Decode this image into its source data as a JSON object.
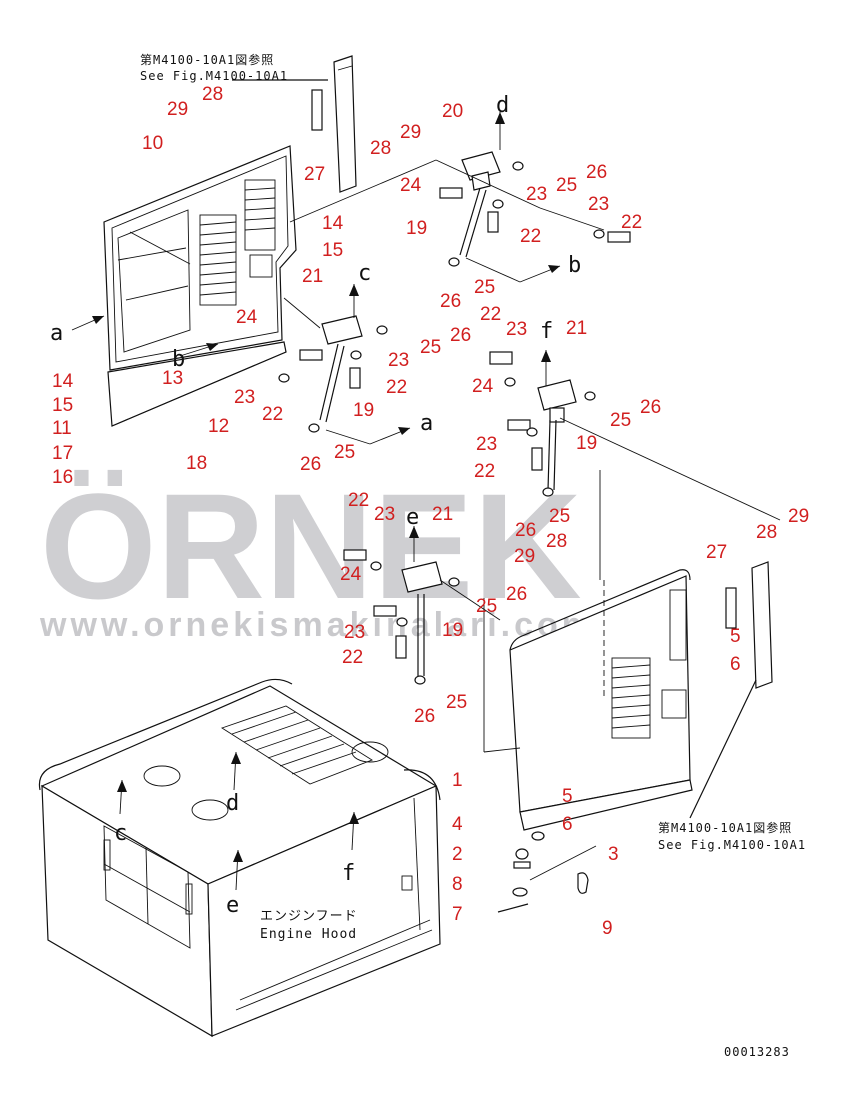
{
  "diagram": {
    "ref_top": {
      "line1": "第M4100-10A1図参照",
      "line2": "See Fig.M4100-10A1"
    },
    "ref_bottom": {
      "line1": "第M4100-10A1図参照",
      "line2": "See Fig.M4100-10A1"
    },
    "hood_label": {
      "line1": "エンジンフード",
      "line2": "Engine Hood"
    },
    "drawing_number": "00013283",
    "watermark": {
      "brand": "ÖRNEK",
      "url": "www.ornekismakinalari.com.tr"
    },
    "callouts": [
      {
        "id": "c29a",
        "text": "29"
      },
      {
        "id": "c28a",
        "text": "28"
      },
      {
        "id": "c10",
        "text": "10"
      },
      {
        "id": "c27a",
        "text": "27"
      },
      {
        "id": "c29b",
        "text": "29"
      },
      {
        "id": "c28b",
        "text": "28"
      },
      {
        "id": "c20",
        "text": "20"
      },
      {
        "id": "c24a",
        "text": "24"
      },
      {
        "id": "c23a",
        "text": "23"
      },
      {
        "id": "c25a",
        "text": "25"
      },
      {
        "id": "c26a",
        "text": "26"
      },
      {
        "id": "c14a",
        "text": "14"
      },
      {
        "id": "c15a",
        "text": "15"
      },
      {
        "id": "c19a",
        "text": "19"
      },
      {
        "id": "c22a",
        "text": "22"
      },
      {
        "id": "c23b",
        "text": "23"
      },
      {
        "id": "c22b",
        "text": "22"
      },
      {
        "id": "c26b",
        "text": "26"
      },
      {
        "id": "c25b",
        "text": "25"
      },
      {
        "id": "c21a",
        "text": "21"
      },
      {
        "id": "c24b",
        "text": "24"
      },
      {
        "id": "c26c",
        "text": "26"
      },
      {
        "id": "c25c",
        "text": "25"
      },
      {
        "id": "c23c",
        "text": "23"
      },
      {
        "id": "c22c",
        "text": "22"
      },
      {
        "id": "c13",
        "text": "13"
      },
      {
        "id": "c14b",
        "text": "14"
      },
      {
        "id": "c15b",
        "text": "15"
      },
      {
        "id": "c11",
        "text": "11"
      },
      {
        "id": "c17",
        "text": "17"
      },
      {
        "id": "c16",
        "text": "16"
      },
      {
        "id": "c12",
        "text": "12"
      },
      {
        "id": "c18",
        "text": "18"
      },
      {
        "id": "c23d",
        "text": "23"
      },
      {
        "id": "c22d",
        "text": "22"
      },
      {
        "id": "c19b",
        "text": "19"
      },
      {
        "id": "c26d",
        "text": "26"
      },
      {
        "id": "c25d",
        "text": "25"
      },
      {
        "id": "c22e",
        "text": "22"
      },
      {
        "id": "c23e",
        "text": "23"
      },
      {
        "id": "c21b",
        "text": "21"
      },
      {
        "id": "c24c",
        "text": "24"
      },
      {
        "id": "c26e",
        "text": "26"
      },
      {
        "id": "c25e",
        "text": "25"
      },
      {
        "id": "c23f",
        "text": "23"
      },
      {
        "id": "c22f",
        "text": "22"
      },
      {
        "id": "c19c",
        "text": "19"
      },
      {
        "id": "c26f",
        "text": "26"
      },
      {
        "id": "c25f",
        "text": "25"
      },
      {
        "id": "c22g",
        "text": "22"
      },
      {
        "id": "c23g",
        "text": "23"
      },
      {
        "id": "c21c",
        "text": "21"
      },
      {
        "id": "c24d",
        "text": "24"
      },
      {
        "id": "c25g",
        "text": "25"
      },
      {
        "id": "c26g",
        "text": "26"
      },
      {
        "id": "c23h",
        "text": "23"
      },
      {
        "id": "c19d",
        "text": "19"
      },
      {
        "id": "c22h",
        "text": "22"
      },
      {
        "id": "c25h",
        "text": "25"
      },
      {
        "id": "c26h",
        "text": "26"
      },
      {
        "id": "c28c",
        "text": "28"
      },
      {
        "id": "c29c",
        "text": "29"
      },
      {
        "id": "c29d",
        "text": "29"
      },
      {
        "id": "c28d",
        "text": "28"
      },
      {
        "id": "c27b",
        "text": "27"
      },
      {
        "id": "c5a",
        "text": "5"
      },
      {
        "id": "c6a",
        "text": "6"
      },
      {
        "id": "c1",
        "text": "1"
      },
      {
        "id": "c5b",
        "text": "5"
      },
      {
        "id": "c6b",
        "text": "6"
      },
      {
        "id": "c4",
        "text": "4"
      },
      {
        "id": "c2",
        "text": "2"
      },
      {
        "id": "c3",
        "text": "3"
      },
      {
        "id": "c8",
        "text": "8"
      },
      {
        "id": "c7",
        "text": "7"
      },
      {
        "id": "c9",
        "text": "9"
      }
    ],
    "direction_arrows": [
      {
        "id": "a1",
        "text": "a"
      },
      {
        "id": "a2",
        "text": "a"
      },
      {
        "id": "b1",
        "text": "b"
      },
      {
        "id": "b2",
        "text": "b"
      },
      {
        "id": "cc1",
        "text": "c"
      },
      {
        "id": "cc2",
        "text": "c"
      },
      {
        "id": "d1",
        "text": "d"
      },
      {
        "id": "d2",
        "text": "d"
      },
      {
        "id": "e1",
        "text": "e"
      },
      {
        "id": "e2",
        "text": "e"
      },
      {
        "id": "f1",
        "text": "f"
      },
      {
        "id": "f2",
        "text": "f"
      }
    ]
  }
}
